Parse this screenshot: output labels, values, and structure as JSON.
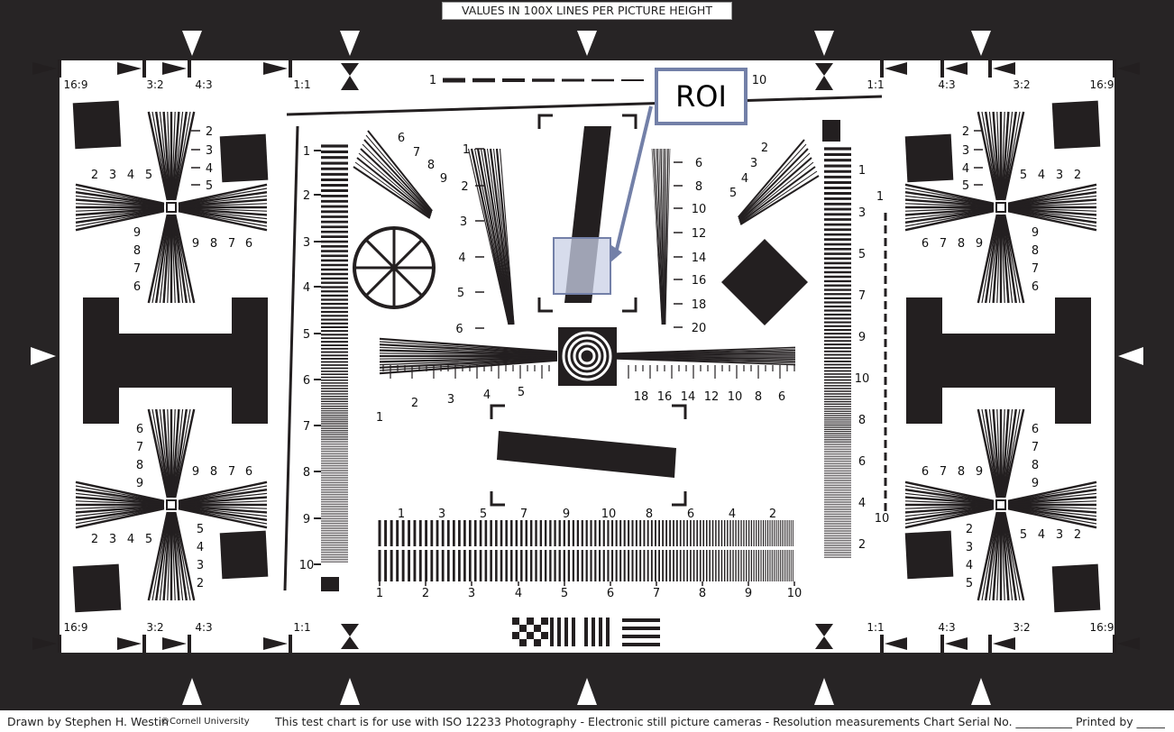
{
  "header": {
    "title": "VALUES IN 100X LINES PER PICTURE HEIGHT"
  },
  "annotation": {
    "label": "ROI",
    "color": "#7380a8"
  },
  "aspect_labels": {
    "top_left": [
      "16:9",
      "3:2",
      "4:3",
      "1:1"
    ],
    "top_right": [
      "1:1",
      "4:3",
      "3:2",
      "16:9"
    ],
    "bottom_left": [
      "16:9",
      "3:2",
      "4:3",
      "1:1"
    ],
    "bottom_right": [
      "1:1",
      "4:3",
      "3:2",
      "16:9"
    ]
  },
  "top_scale": {
    "start": "1",
    "end": "10"
  },
  "left_vertical_scale": [
    "1",
    "2",
    "3",
    "4",
    "5",
    "6",
    "7",
    "8",
    "9",
    "10"
  ],
  "right_vertical_scale": [
    "1",
    "3",
    "5",
    "7",
    "9",
    "10",
    "8",
    "6",
    "4",
    "2"
  ],
  "right_vertical_extra": [
    "1",
    "10"
  ],
  "bottom_scale": [
    "1",
    "2",
    "3",
    "4",
    "5",
    "6",
    "7",
    "8",
    "9",
    "10"
  ],
  "bottom_upper_scale": [
    "1",
    "3",
    "5",
    "7",
    "9",
    "10",
    "8",
    "6",
    "4",
    "2"
  ],
  "center_horizontal_left": [
    "1",
    "2",
    "3",
    "4",
    "5"
  ],
  "center_horizontal_right": [
    "18",
    "16",
    "14",
    "12",
    "10",
    "8",
    "6"
  ],
  "center_vertical_left": [
    "1",
    "2",
    "3",
    "4",
    "5",
    "6"
  ],
  "center_vertical_right": [
    "6",
    "8",
    "10",
    "12",
    "14",
    "16",
    "18",
    "20"
  ],
  "diagonal_left": [
    "6",
    "7",
    "8",
    "9"
  ],
  "diagonal_right": [
    "2",
    "3",
    "4",
    "5"
  ],
  "quadrant_top": {
    "vertical": [
      "2",
      "3",
      "4",
      "5"
    ],
    "horizontal": [
      "2",
      "3",
      "4",
      "5"
    ],
    "lower": [
      "9",
      "8",
      "7",
      "6"
    ],
    "side": [
      "9",
      "8",
      "7",
      "6"
    ]
  },
  "quadrant_bottom": {
    "upper": [
      "6",
      "7",
      "8",
      "9"
    ],
    "side": [
      "9",
      "8",
      "7",
      "6"
    ],
    "horizontal": [
      "2",
      "3",
      "4",
      "5"
    ],
    "lower": [
      "5",
      "4",
      "3",
      "2"
    ]
  },
  "colors": {
    "frame": "#272425",
    "chart": "#231f20",
    "roi_fill": "#c9d0e6"
  },
  "footer": {
    "credit": "Drawn by Stephen H. Westin",
    "org": "©Cornell University",
    "statement": "This test chart is for use with ISO 12233 Photography - Electronic still picture cameras - Resolution measurements Chart Serial No. __________ Printed by _____"
  }
}
